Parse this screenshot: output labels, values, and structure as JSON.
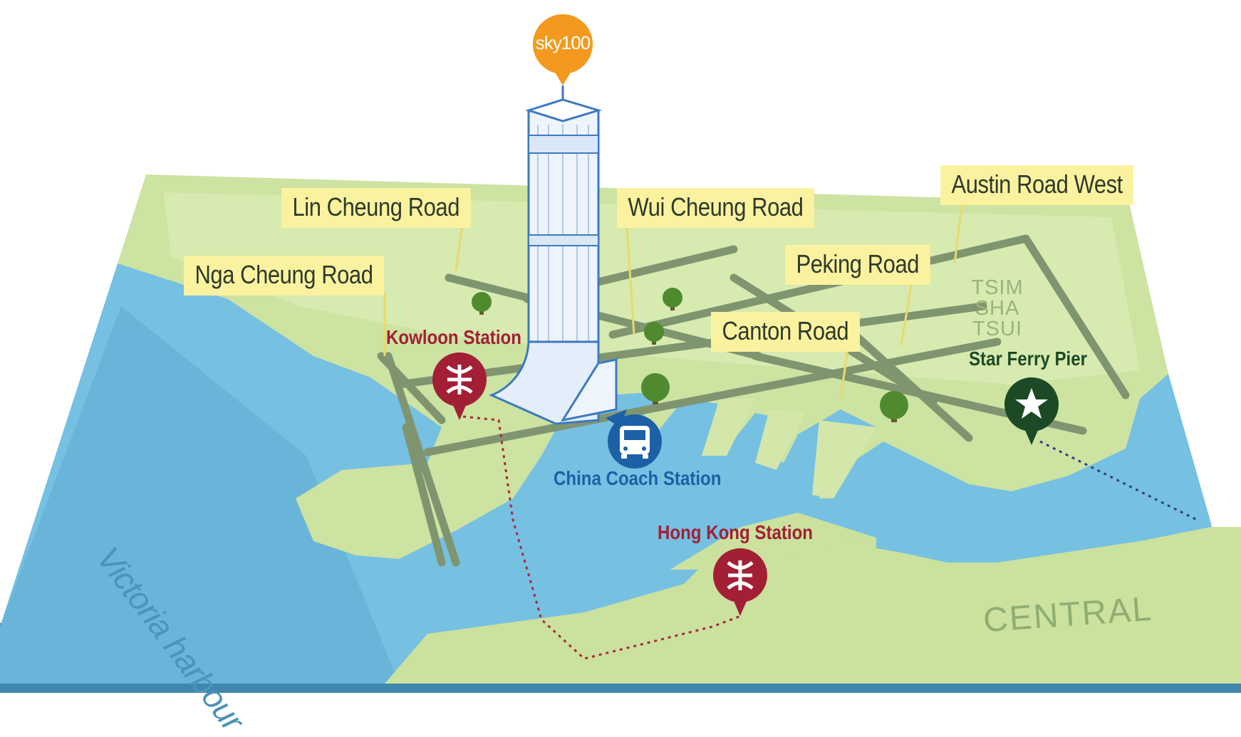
{
  "brand": {
    "logo_text": "sky100",
    "logo_color": "#f39a1e"
  },
  "colors": {
    "water": "#75bfe0",
    "water_dark": "#4d97bf",
    "land": "#cde4a3",
    "land_light": "#d9ebb4",
    "road": "#7f9570",
    "label_bg": "#fbf2a0",
    "mtr": "#a21f35",
    "coach": "#1c61a6",
    "ferry": "#1d4a26"
  },
  "roads": [
    {
      "id": "lin-cheung",
      "label": "Lin Cheung Road"
    },
    {
      "id": "wui-cheung",
      "label": "Wui Cheung Road"
    },
    {
      "id": "austin-road-west",
      "label": "Austin Road West"
    },
    {
      "id": "nga-cheung",
      "label": "Nga Cheung Road"
    },
    {
      "id": "peking",
      "label": "Peking Road"
    },
    {
      "id": "canton",
      "label": "Canton Road"
    }
  ],
  "stations": {
    "kowloon": {
      "label": "Kowloon Station",
      "icon": "mtr-icon"
    },
    "china_coach": {
      "label": "China Coach Station",
      "icon": "bus-icon"
    },
    "hong_kong": {
      "label": "Hong Kong Station",
      "icon": "mtr-icon"
    },
    "star_ferry": {
      "label": "Star Ferry Pier",
      "icon": "star-icon"
    }
  },
  "districts": {
    "tsim_sha_tsui": [
      "TSIM",
      "SHA",
      "TSUI"
    ],
    "central": "CENTRAL",
    "harbour": "Victoria harbour"
  }
}
